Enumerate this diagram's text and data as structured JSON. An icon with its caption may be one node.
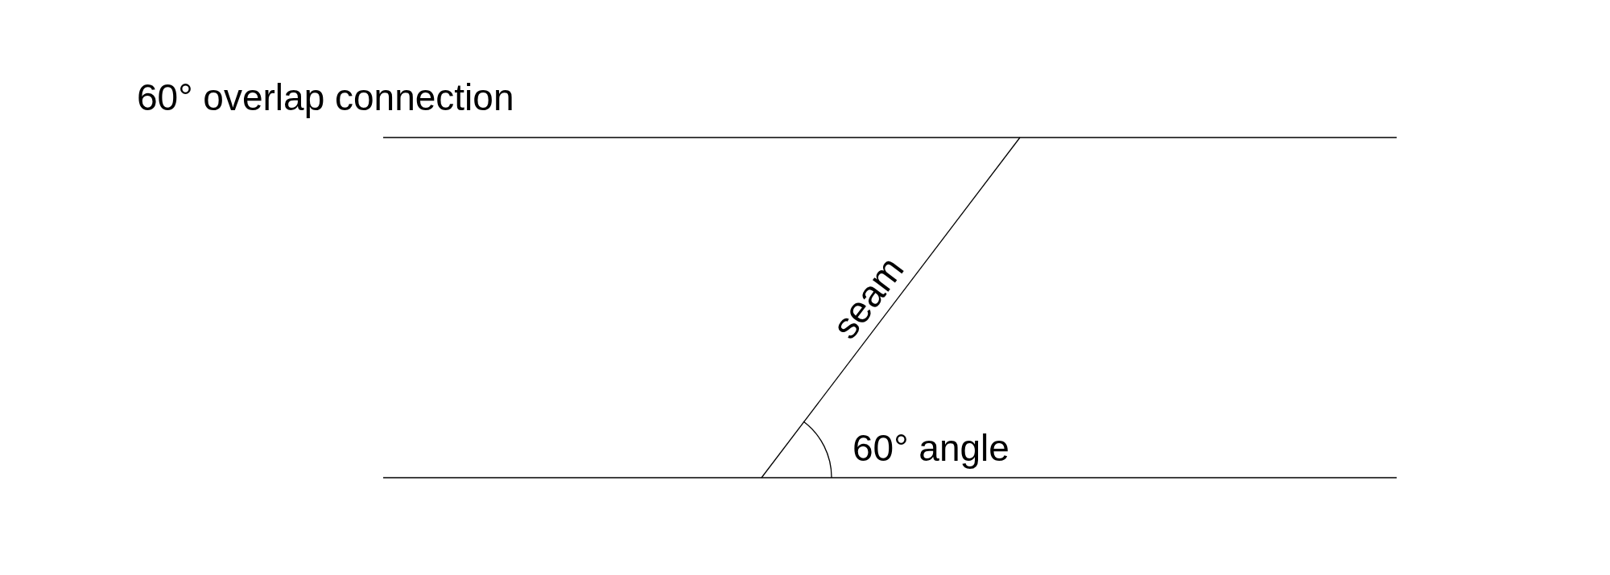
{
  "diagram": {
    "title": "60° overlap connection",
    "labels": [
      "seam",
      "60° angle"
    ]
  }
}
